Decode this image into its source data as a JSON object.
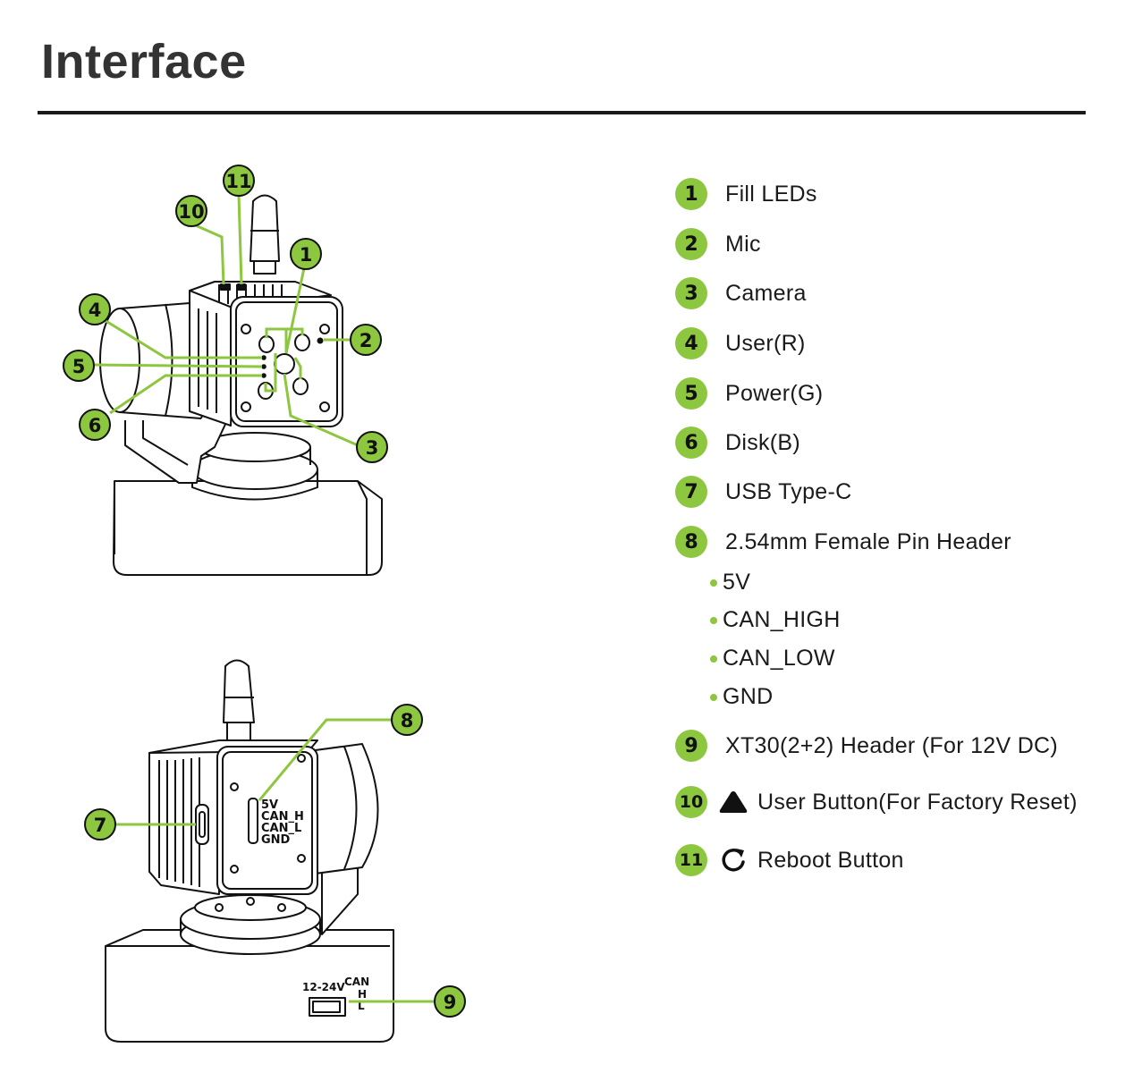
{
  "page": {
    "title": "Interface"
  },
  "legend": [
    {
      "number": "1",
      "label": "Fill LEDs"
    },
    {
      "number": "2",
      "label": "Mic"
    },
    {
      "number": "3",
      "label": "Camera"
    },
    {
      "number": "4",
      "label": "User(R)"
    },
    {
      "number": "5",
      "label": "Power(G)"
    },
    {
      "number": "6",
      "label": "Disk(B)"
    },
    {
      "number": "7",
      "label": "USB Type-C"
    },
    {
      "number": "8",
      "label": "2.54mm Female Pin Header",
      "pins": [
        "5V",
        "CAN_HIGH",
        "CAN_LOW",
        "GND"
      ]
    },
    {
      "number": "9",
      "label": "XT30(2+2) Header  (For 12V DC)"
    },
    {
      "number": "10",
      "label": "User Button(For Factory Reset)",
      "icon": "triangle-up-icon"
    },
    {
      "number": "11",
      "label": "Reboot Button",
      "icon": "refresh-icon"
    }
  ],
  "silkscreen": {
    "pin_header": [
      "5V",
      "CAN_H",
      "CAN_L",
      "GND"
    ],
    "power_port": [
      "12-24V",
      "CAN",
      "H",
      "L"
    ]
  },
  "colors": {
    "accent": "#8dc63f",
    "text": "#1a1a1a",
    "title": "#333333"
  }
}
